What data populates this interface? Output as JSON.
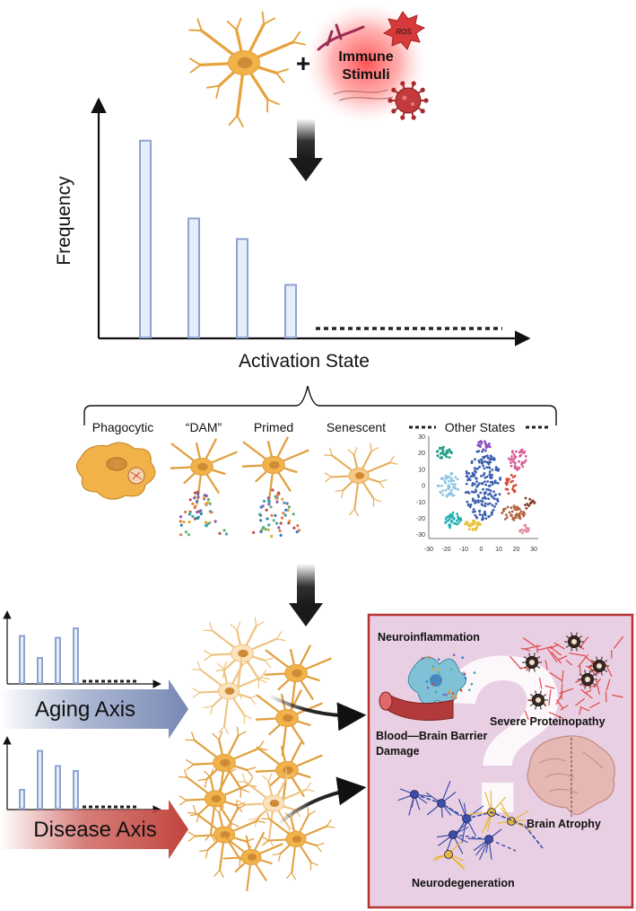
{
  "stimuli": {
    "line1": "Immune",
    "line2": "Stimuli",
    "ros": "ROS",
    "plus": "+"
  },
  "axes": {
    "ylabel": "Frequency",
    "xlabel": "Activation State"
  },
  "main_chart": {
    "bars": [
      0.86,
      0.52,
      0.43,
      0.23
    ]
  },
  "states": {
    "phagocytic": "Phagocytic",
    "dam": "“DAM”",
    "primed": "Primed",
    "senescent": "Senescent",
    "other": "Other States"
  },
  "scatter": {
    "x_ticks": [
      "-30",
      "-20",
      "-10",
      "0",
      "10",
      "20",
      "30"
    ],
    "y_ticks": [
      "30",
      "20",
      "10",
      "0",
      "-10",
      "-20",
      "-30"
    ]
  },
  "axes_labels": {
    "aging": "Aging Axis",
    "disease": "Disease Axis"
  },
  "aging_chart": {
    "bars": [
      0.75,
      0.4,
      0.72,
      0.87
    ]
  },
  "disease_chart": {
    "bars": [
      0.3,
      0.92,
      0.68,
      0.6
    ]
  },
  "outcomes": {
    "neuroinflammation": "Neuroinflammation",
    "proteinopathy": "Severe Proteinopathy",
    "bbb_line1": "Blood—Brain Barrier",
    "bbb_line2": "Damage",
    "atrophy": "Brain Atrophy",
    "neurodegeneration": "Neurodegeneration",
    "question": "?"
  },
  "colors": {
    "microglia": "#f1b24a",
    "bar_fill": "#e6eefa",
    "bar_stroke": "#8ea3cf",
    "aging_arrow": "#8898c0",
    "disease_arrow": "#c9524c",
    "outcome_panel": "#e9cfe3",
    "outcome_border": "#b83232"
  }
}
